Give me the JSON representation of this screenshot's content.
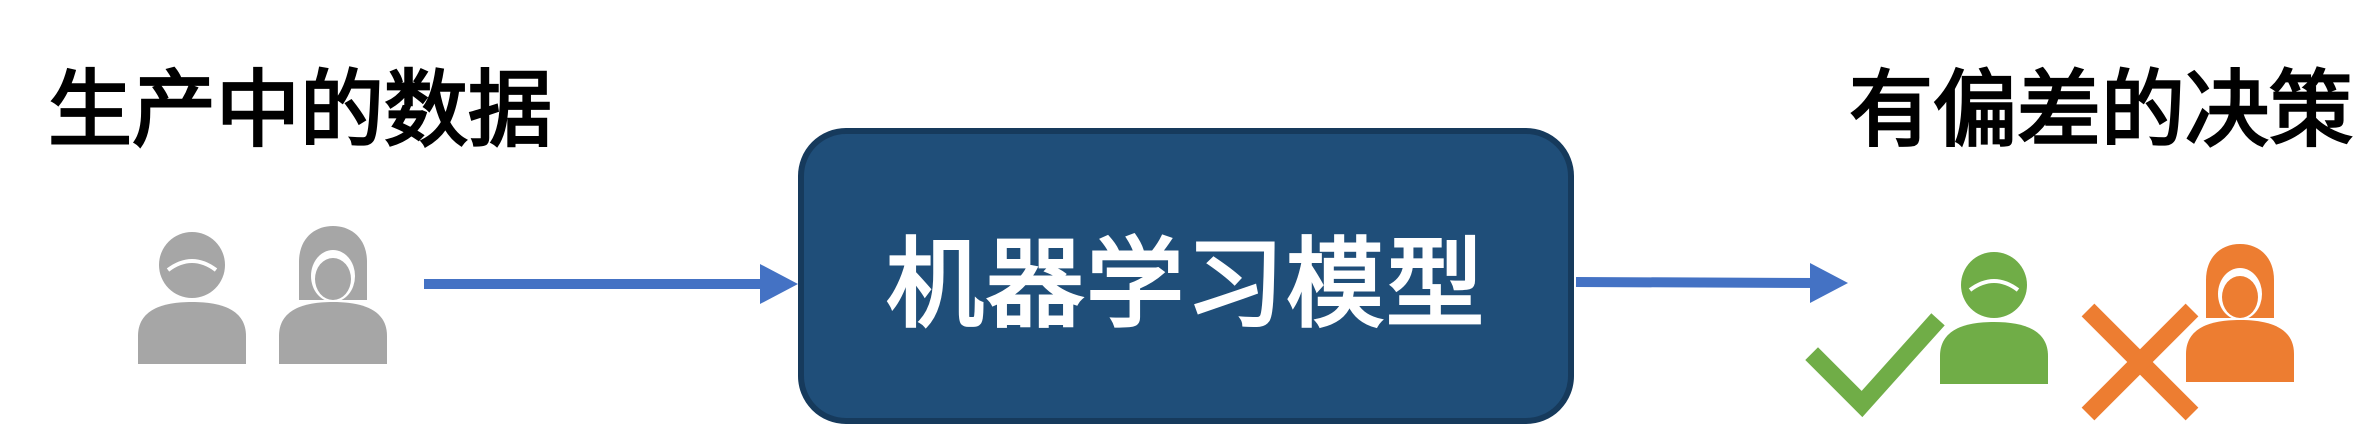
{
  "diagram": {
    "input_label": "生产中的数据",
    "model_label": "机器学习模型",
    "output_label": "有偏差的决策"
  },
  "icons": {
    "input_people": [
      "person-male-icon",
      "person-female-icon"
    ],
    "output_accepted": [
      "check-mark-icon",
      "person-male-icon"
    ],
    "output_rejected": [
      "cross-mark-icon",
      "person-female-icon"
    ]
  },
  "colors": {
    "neutral_person": "#a6a6a6",
    "accepted": "#70ad47",
    "rejected": "#ed7d31",
    "arrow": "#4472c4",
    "model_box": "#1f4e79"
  }
}
